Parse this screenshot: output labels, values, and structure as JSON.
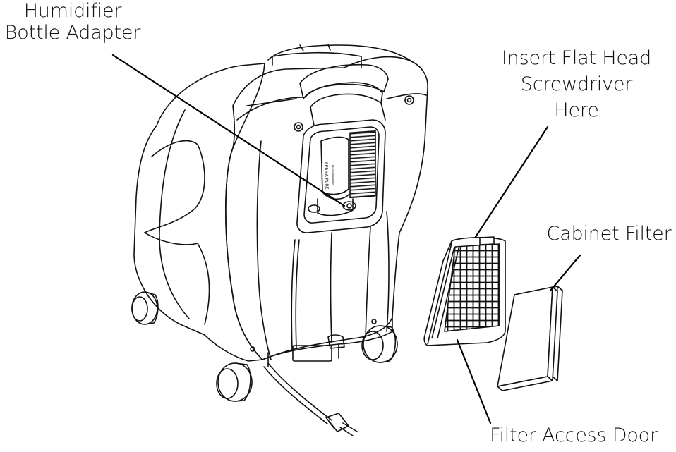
{
  "labels": {
    "humidifier": [
      "Humidifier",
      "Bottle Adapter"
    ],
    "screwdriver": [
      "Insert Flat Head",
      "Screwdriver",
      "Here"
    ],
    "cabinet_filter": "Cabinet Filter",
    "filter_door": "Filter Access Door"
  },
  "device_panel_text": [
    "PERMA PURE",
    "Humidification"
  ]
}
